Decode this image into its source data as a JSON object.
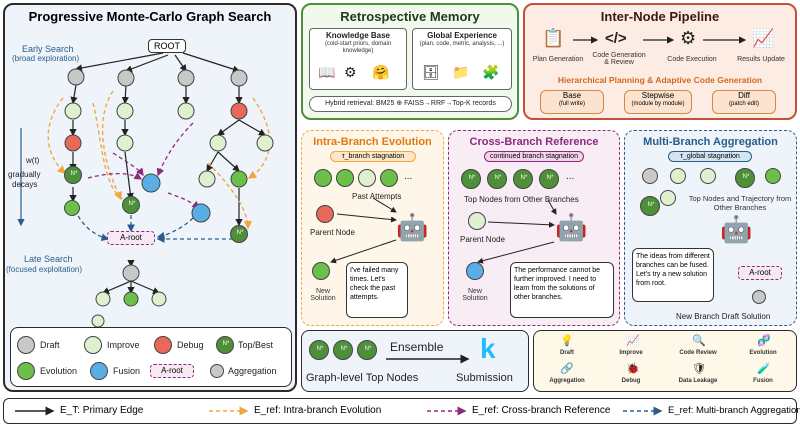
{
  "mcgs": {
    "title": "Progressive Monte-Carlo Graph Search",
    "root_label": "ROOT",
    "early_search": "Early Search",
    "early_search_sub": "(broad exploration)",
    "wt": "w(t)",
    "gradually": "gradually",
    "decays": "decays",
    "late_search": "Late Search",
    "late_search_sub": "(focused exploitation)",
    "aroot": "A-root",
    "nstar": "N*"
  },
  "legend_nodes": {
    "draft": "Draft",
    "improve": "Improve",
    "debug": "Debug",
    "topbest": "Top/Best",
    "evolution": "Evolution",
    "fusion": "Fusion",
    "aroot": "A-root",
    "aggregation": "Aggregation",
    "nstar": "N*"
  },
  "memory": {
    "title": "Retrospective Memory",
    "kb_title": "Knowledge Base",
    "kb_sub": "(cold-start priors, domain knowledge)",
    "ge_title": "Global Experience",
    "ge_sub": "(plan, code, metric, analysis, ...)",
    "hybrid": "Hybrid retrieval: BM25 ⊕ FAISS→RRF→Top-K records"
  },
  "pipeline": {
    "title": "Inter-Node Pipeline",
    "steps": [
      "Plan Generation",
      "Code Generation & Review",
      "Code Execution",
      "Results Update"
    ],
    "hp_title": "Hierarchical Planning & Adaptive Code Generation",
    "modes": [
      {
        "name": "Base",
        "sub": "(full write)"
      },
      {
        "name": "Stepwise",
        "sub": "(module by module)"
      },
      {
        "name": "Diff",
        "sub": "(patch edit)"
      }
    ],
    "code_icon": "</>"
  },
  "intra": {
    "title": "Intra-Branch Evolution",
    "stag": "τ_branch stagnation",
    "past": "Past Attempts",
    "parent": "Parent Node",
    "newsol": "New Solution",
    "speech": "I've failed many times. Let's check the past attempts.",
    "dots": "..."
  },
  "cross": {
    "title": "Cross-Branch Reference",
    "stag": "continued branch stagnation",
    "top": "Top Nodes from Other Branches",
    "parent": "Parent Node",
    "newsol": "New Solution",
    "speech": "The performance cannot be further improved. I need to learn from the solutions of other branches.",
    "dots": "..."
  },
  "multi": {
    "title": "Multi-Branch Aggregation",
    "stag": "τ_global stagnation",
    "top": "Top Nodes and Trajectory from Other Branches",
    "speech": "The ideas from different branches can be fused. Let's try a new solution from root.",
    "aroot": "A-root",
    "draft": "New Branch Draft Solution"
  },
  "ensemble": {
    "label": "Ensemble",
    "graph": "Graph-level Top Nodes",
    "submission": "Submission",
    "k": "k"
  },
  "operators": {
    "items": [
      "Draft",
      "Improve",
      "Code Review",
      "Evolution",
      "Aggregation",
      "Debug",
      "Data Leakage",
      "Fusion"
    ]
  },
  "edges": {
    "primary": "E_T: Primary Edge",
    "intra": "E_ref: Intra-branch Evolution",
    "cross": "E_ref: Cross-branch Reference",
    "multi": "E_ref: Multi-branch Aggregation"
  },
  "colors": {
    "draft": "#c8c8c8",
    "improve": "#dff0d0",
    "debug": "#e8685a",
    "topbest": "#4e8f3a",
    "evolution": "#6cc04a",
    "fusion": "#5aaee6",
    "orange": "#f2a540",
    "purple": "#8e2a7e",
    "navy": "#2a5d8c"
  }
}
